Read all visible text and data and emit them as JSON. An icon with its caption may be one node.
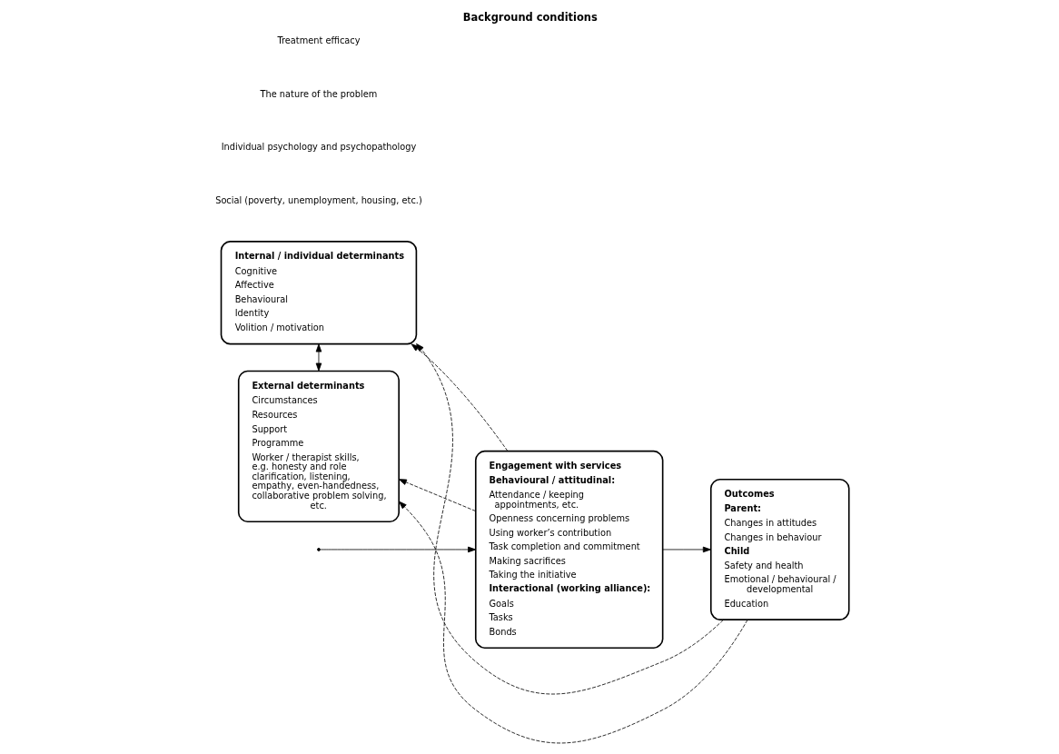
{
  "diagram": {
    "title": "Background conditions",
    "nodes": [
      {
        "text": [
          "Internal / individual determinants",
          "Cognitive",
          "Affective",
          "Behavioural",
          "Identity",
          "Volition / motivation"
        ]
      },
      {
        "text": [
          "External determinants",
          "Circumstances",
          "Resources",
          "Support",
          "Programme",
          "Worker / therapist skills, e.g. honesty and role clarification, listening, empathy, even-handedness, collaborative problem solving, etc."
        ]
      },
      {
        "text": [
          "Engagement with services",
          "Behavioural / attitudinal:",
          "Attendance / keeping appointments, etc.",
          "Openness concerning problems",
          "Using worker’s contribution",
          "Task completion and commitment",
          "Making sacrifices",
          "Taking the initiative",
          "Interactional (working alliance):",
          "Goals",
          "Tasks",
          "Bonds"
        ]
      },
      {
        "text": [
          "Outcomes",
          "Parent:",
          "Changes in attitudes",
          "Changes in behaviour",
          "Child",
          "Safety and health",
          "Emotional / behavioural / developmental",
          "Education"
        ]
      }
    ],
    "edges": [
      {
        "from": 0,
        "to": 1,
        "arrow": "both"
      },
      {
        "from": null,
        "to": 2,
        "arrow": "to"
      },
      {
        "from": 2,
        "to": 3,
        "arrow": "to"
      },
      {
        "from": 2,
        "to": 0,
        "arrow": "to",
        "style": "dashed"
      },
      {
        "from": 2,
        "to": 1,
        "arrow": "to",
        "style": "dashed"
      },
      {
        "from": 3,
        "to": 0,
        "arrow": "to",
        "style": "dashed"
      },
      {
        "from": 3,
        "to": 1,
        "arrow": "to",
        "style": "dashed"
      }
    ],
    "labels": [
      "Social (poverty, unemployment, housing, etc.)",
      "Individual psychology and psychopathology",
      "The nature of the problem",
      "Treatment efficacy"
    ]
  }
}
